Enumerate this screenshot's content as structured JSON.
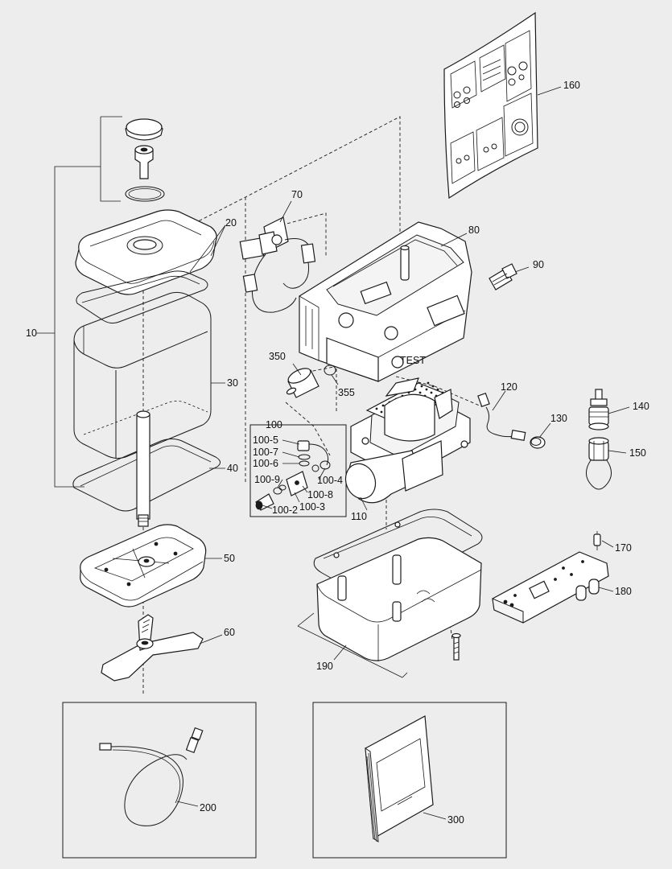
{
  "labels": {
    "l10": "10",
    "l20": "20",
    "l30": "30",
    "l40": "40",
    "l50": "50",
    "l60": "60",
    "l70": "70",
    "l80": "80",
    "l90": "90",
    "l100": "100",
    "l100_2": "100-2",
    "l100_3": "100-3",
    "l100_4": "100-4",
    "l100_5": "100-5",
    "l100_6": "100-6",
    "l100_7": "100-7",
    "l100_8": "100-8",
    "l100_9": "100-9",
    "l110": "110",
    "l120": "120",
    "l130": "130",
    "l140": "140",
    "l150": "150",
    "l160": "160",
    "l170": "170",
    "l180": "180",
    "l190": "190",
    "l200": "200",
    "l300": "300",
    "l350": "350",
    "l355": "355"
  },
  "housing_text": {
    "test_label": "TEST"
  },
  "colors": {
    "background": "#ededed",
    "line": "#1a1a1a"
  }
}
